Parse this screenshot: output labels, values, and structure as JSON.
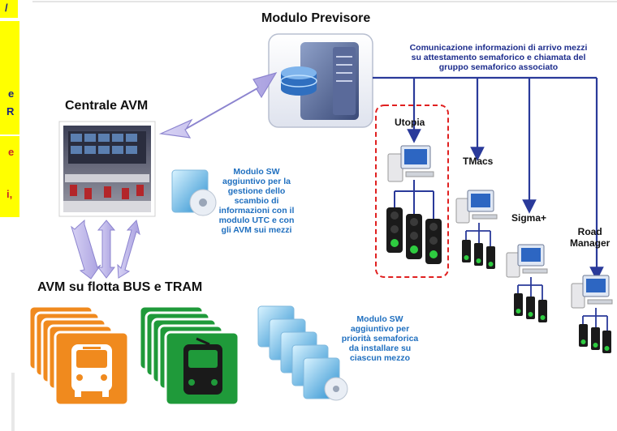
{
  "left_fragments": {
    "line1": "/",
    "line2": "e",
    "line3": "R",
    "line4": "e",
    "line5": "i,"
  },
  "modulo_previsore": {
    "title": "Modulo Previsore"
  },
  "communication_note": {
    "line1": "Comunicazione informazioni di arrivo mezzi",
    "line2": "su attestamento semaforico e chiamata del",
    "line3": "gruppo semaforico associato"
  },
  "centrale_avm": {
    "title": "Centrale AVM"
  },
  "module_sw_utc": {
    "line1": "Modulo SW",
    "line2": "aggiuntivo per la",
    "line3": "gestione dello",
    "line4": "scambio di",
    "line5": "informazioni con il",
    "line6": "modulo UTC e con",
    "line7": "gli AVM sui mezzi"
  },
  "fleet": {
    "title": "AVM su flotta BUS e TRAM"
  },
  "module_sw_priority": {
    "line1": "Modulo SW",
    "line2": "aggiuntivo per",
    "line3": "priorità semaforica",
    "line4": "da installare su",
    "line5": "ciascun mezzo"
  },
  "utc_systems": [
    {
      "label": "Utopia"
    },
    {
      "label": "TMacs"
    },
    {
      "label": "Sigma+"
    },
    {
      "label_line1": "Road",
      "label_line2": "Manager"
    }
  ],
  "colors": {
    "line_blue": "#2a3a9a",
    "highlight_red": "#e02020",
    "bus_orange": "#f08a1e",
    "tram_green": "#1f9a3a",
    "arrow_lavender": "#b9b3e6"
  }
}
